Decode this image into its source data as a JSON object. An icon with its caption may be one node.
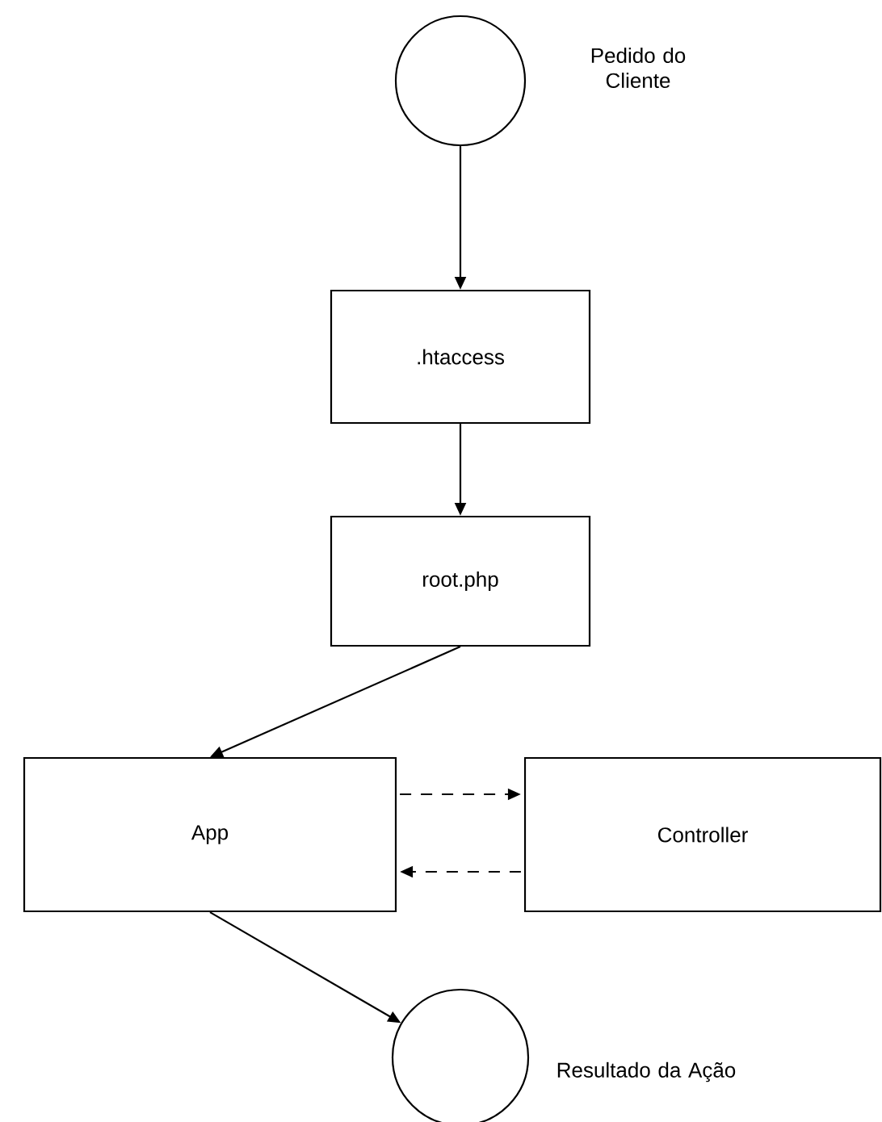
{
  "diagram": {
    "nodes": [
      {
        "text": [],
        "shape": "circle",
        "beside": [
          "Pedido do Cliente"
        ]
      },
      {
        "text": [
          ".htaccess"
        ]
      },
      {
        "text": [
          "root.php"
        ]
      },
      {
        "text": [
          "App"
        ]
      },
      {
        "text": [
          "Controller"
        ]
      },
      {
        "text": [],
        "shape": "circle",
        "beside": [
          "Resultado da Ação"
        ]
      }
    ],
    "edges": [
      {
        "from": 0,
        "to": 1,
        "arrow": "to"
      },
      {
        "from": 1,
        "to": 2,
        "arrow": "to"
      },
      {
        "from": 2,
        "to": 3,
        "arrow": "to"
      },
      {
        "from": 3,
        "to": 4,
        "arrow": "to",
        "style": "dashed"
      },
      {
        "from": 4,
        "to": 3,
        "arrow": "to",
        "style": "dashed"
      },
      {
        "from": 3,
        "to": 5,
        "arrow": "to"
      }
    ]
  }
}
